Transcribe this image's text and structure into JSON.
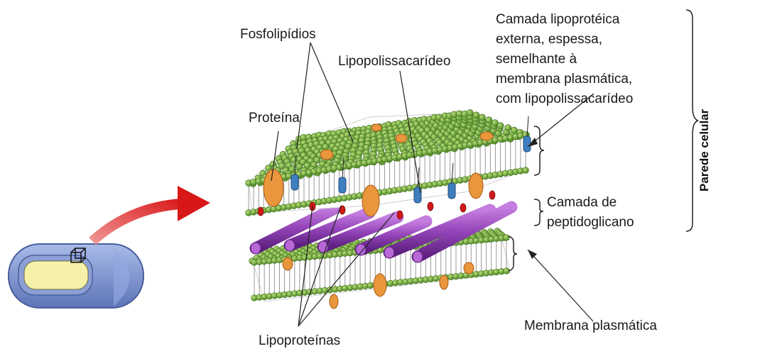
{
  "labels": {
    "fosfolipidios": "Fosfolipídios",
    "lipopolissacarideo": "Lipopolissacarídeo",
    "proteina": "Proteína",
    "camada_externa": [
      "Camada lipoprotéica",
      "externa, espessa,",
      "semelhante à",
      "membrana plasmática,",
      "com lipopolissacarídeo"
    ],
    "camada_peptidoglicano": [
      "Camada de",
      "peptidoglicano"
    ],
    "membrana_plasmatica": "Membrana plasmática",
    "lipoproteinas": "Lipoproteínas",
    "parede_celular": "Parede celular"
  },
  "colors": {
    "phospholipid_head": "#6ea53c",
    "protein": "#e9963c",
    "lps": "#3f7fc0",
    "lipoprotein": "#d01818",
    "peptidoglycan": "#8e40b0",
    "arrow": "#d81818",
    "bacterium": "#7f98d4",
    "cytoplasm": "#f6f1a8"
  }
}
